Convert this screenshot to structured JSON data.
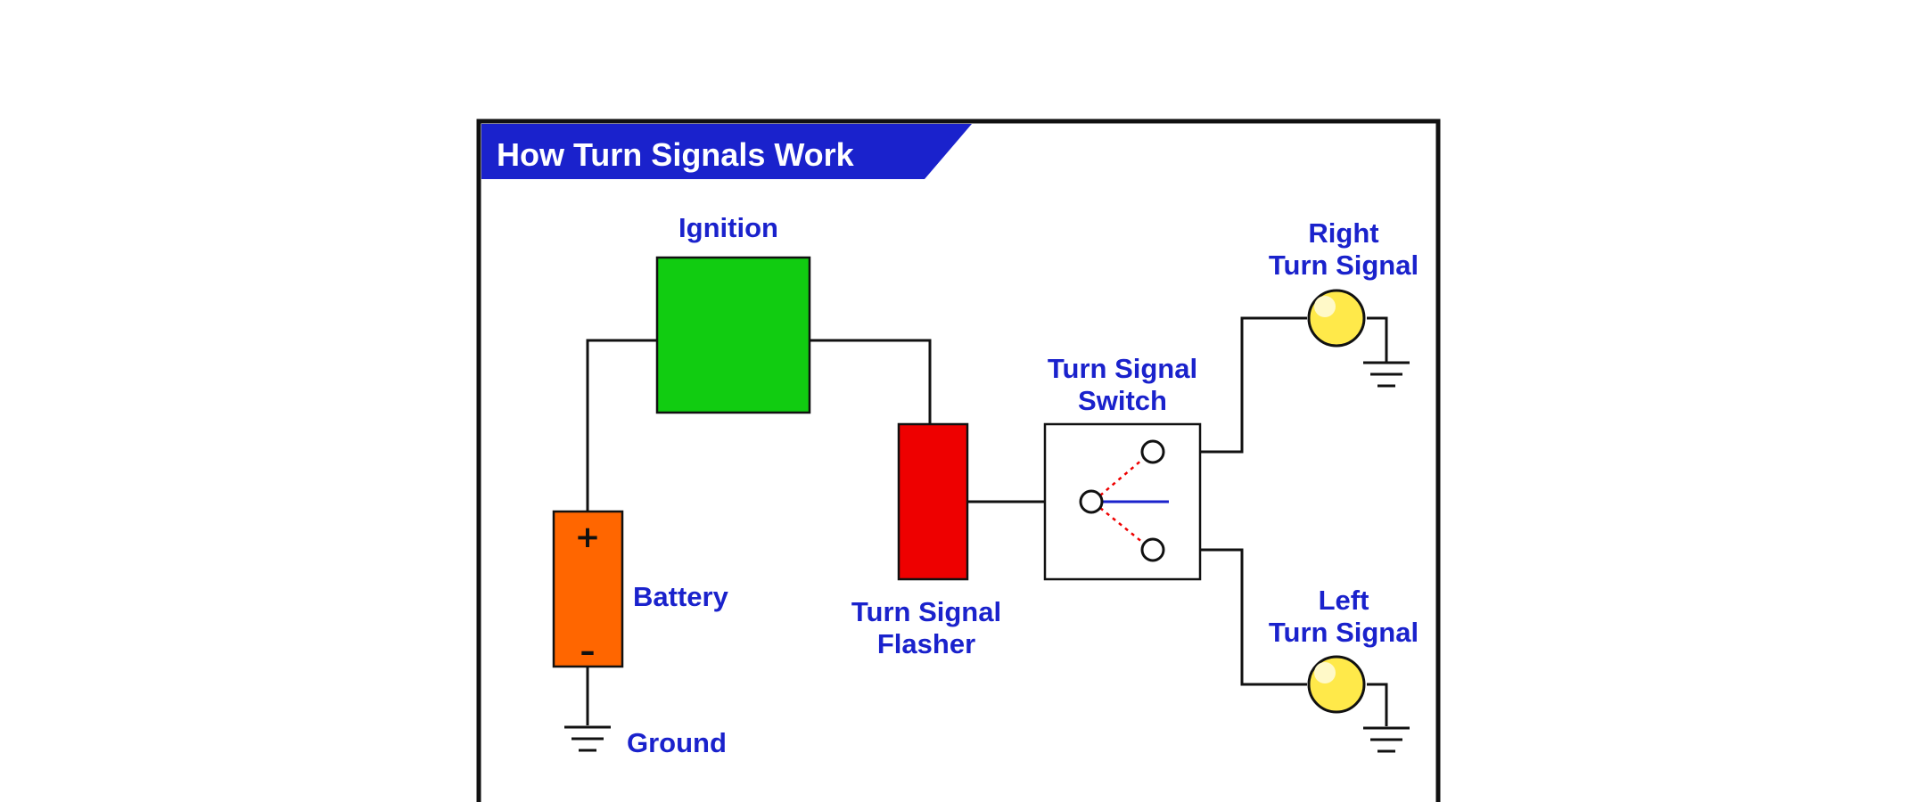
{
  "title": "How Turn Signals Work",
  "components": {
    "ignition": {
      "label": "Ignition",
      "color": "#11cc11"
    },
    "battery": {
      "label": "Battery",
      "color": "#ff6600",
      "plus": "+",
      "minus": "–"
    },
    "ground": {
      "label": "Ground"
    },
    "flasher": {
      "label_line1": "Turn Signal",
      "label_line2": "Flasher",
      "color": "#ee0000"
    },
    "switch": {
      "label_line1": "Turn Signal",
      "label_line2": "Switch"
    },
    "right_signal": {
      "label_line1": "Right",
      "label_line2": "Turn Signal"
    },
    "left_signal": {
      "label_line1": "Left",
      "label_line2": "Turn Signal"
    }
  },
  "colors": {
    "title_bar": "#1a22cc",
    "label_text": "#1a22cc",
    "bulb": "#ffe94a",
    "switch_contact_line": "#ee0000",
    "switch_active_line": "#1a22cc"
  }
}
